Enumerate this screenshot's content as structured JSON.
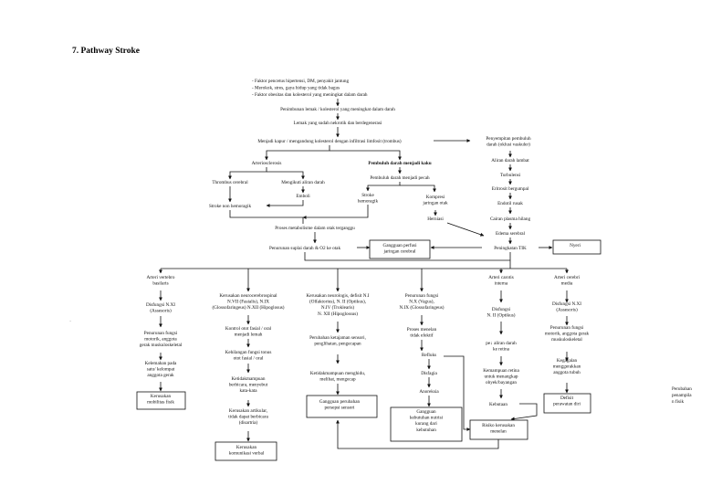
{
  "title": "7.  Pathway Stroke",
  "risk_factors": [
    "-  Faktor pencetus hipertensi, DM, penyakit jantung",
    "-  Merokok, stres, gaya hidup yang tidak bagus",
    "-  Faktor obesitas dan kolesterol yang meningkat dalam darah"
  ],
  "main": {
    "n1": "Penimbunan lemak / kolesterol yang meningkat dalam darah",
    "n2": "Lemak yang sudah nekrotik dan berdegenerasi",
    "n3": "Menjadi kapur / mengandung kolesterol dengan infiltrasi limfosit (trombus)",
    "n4": "Arteriosclerosis",
    "n5": "Pembuluh darah menjadi kaku",
    "n6": "Thrombus cerebral",
    "n7": "Mengikuti aliran darah",
    "n8": "Emboli",
    "n9": "Stroke non hemoragik",
    "n10": "Pembuluh darah menjadi pecah",
    "n11": [
      "Stroke",
      "hemoragik"
    ],
    "n12": [
      "Kompresi",
      "jaringan otak"
    ],
    "n13": "Herniasi",
    "n14": "Proses metabolisme dalam otak terganggu",
    "n15": "Penurunan suplai darah & O2 ke otak",
    "n16": [
      "Gangguan perfusi",
      "jaringan cerebral"
    ]
  },
  "right": {
    "r1": [
      "Penyempitan pembuluh",
      "darah (oklusi vaskuler)"
    ],
    "r2": "Aliran darah lambat",
    "r3": "Turbulensi",
    "r4": "Eritrosit bergumpal",
    "r5": "Endotil rusak",
    "r6": "Cairan plasma hilang",
    "r7": "Edema serebral",
    "r8": "Peningkatan TIK",
    "r9": "Nyeri"
  },
  "branches": {
    "c1": {
      "head": [
        "Arteri vertebro",
        "basilaris"
      ],
      "items": [
        [
          "Disfungsi N.XI",
          "(Assesoris)"
        ],
        [
          "Penurunan fungsi",
          "motorik, anggota",
          "gerak muskuloskeletal"
        ],
        [
          "Kelemahan pada",
          "satu/ kelompat",
          "anggota gerak"
        ]
      ],
      "box": [
        "Kerusakan",
        "mobilitas fisik"
      ]
    },
    "c2": {
      "head": [
        "Kerusakan neurocerebrospinal",
        "N.VII (Fasialis), N.IX",
        "(Glossofaringeus) N.XII (Hipoglosus)"
      ],
      "items": [
        [
          "Kontrol otot fasial / oral",
          "menjadi lemah"
        ],
        [
          "Kehilangan fungsi tonus",
          "otot fasial / oral"
        ],
        [
          "Ketidakmampuan",
          "berbicara, menyebut",
          "kata-kata"
        ],
        [
          "Kerusakan artikular,",
          "tidak dapat berbicara",
          "(disartria)"
        ]
      ],
      "box": [
        "Kerusakan",
        "komunikasi verbal"
      ]
    },
    "c3": {
      "head": [
        "Kerusakan neurologis, defisit N.I",
        "(Olfaktorius), N. II  (Optikus),",
        "N.IV (Troklearis)",
        "N. XII (Hipoglossus)"
      ],
      "items": [
        [
          "Perubahan ketajaman sensori,",
          "penglihatan, pengecapan"
        ],
        [
          "Ketidakmampuan menghidu,",
          "melihat, mengecap"
        ]
      ],
      "box": [
        "Gangguan perubahan",
        "persepsi sensori"
      ]
    },
    "c4": {
      "head": [
        "Penurunan fungsi",
        "N.X (Vagus),",
        "N.IX (Glossofaringeus)"
      ],
      "items": [
        [
          "Proses menelan",
          "tidak efektif"
        ],
        [
          "Refluks"
        ],
        [
          "Disfagia"
        ],
        [
          "Anoreksia"
        ]
      ],
      "box": [
        "Gangguan",
        "kebutuhan nutrisi",
        "kurang dari",
        "kebutuhan"
      ],
      "risk_box": [
        "Risiko kerusakan",
        "menelan"
      ]
    },
    "c5": {
      "head": [
        "Arteri carotis",
        "interna"
      ],
      "items": [
        [
          "Disfungsi",
          "N. II (Optikus)"
        ],
        [
          "pe↓ aliran darah",
          "ke retina"
        ],
        [
          "Kemampuan retina",
          "untuk menangkap",
          "obyek/bayangan"
        ],
        [
          "Kebutaan"
        ]
      ]
    },
    "c6": {
      "head": [
        "Arteri cerebri",
        "media"
      ],
      "items": [
        [
          "Disfungsi N.XI",
          "(Assesoris)"
        ],
        [
          "Penurunan fungsi",
          "motorik, anggota gerak",
          "muskuloskeletal"
        ],
        [
          "Kegagalan",
          "menggerakkan",
          "anggota tubuh"
        ]
      ],
      "box": [
        "Defisit",
        "perawatan diri"
      ]
    }
  },
  "side_note": [
    "Perubahan",
    "penampila",
    "n fisik"
  ],
  "dot": "."
}
